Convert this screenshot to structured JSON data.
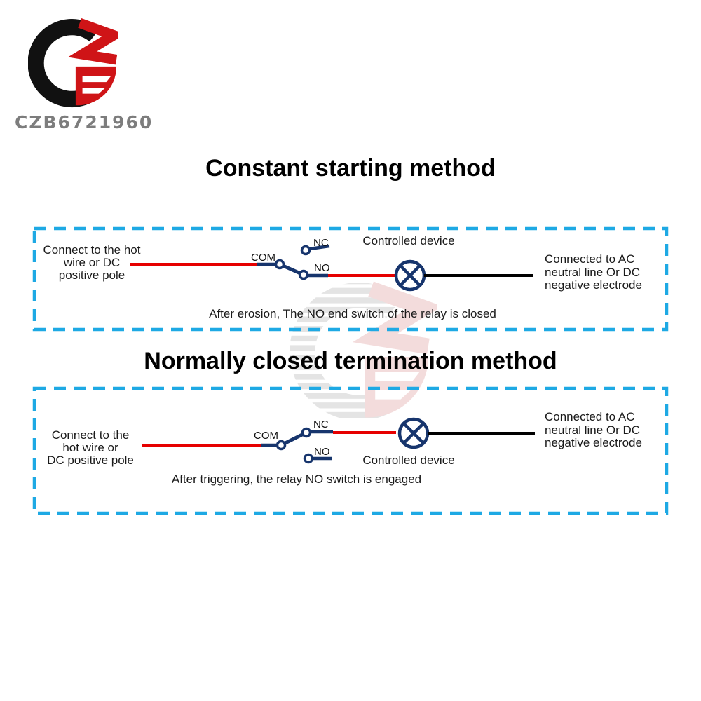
{
  "logo": {
    "text": "CZB6721960"
  },
  "colors": {
    "wire_navy": "#17356d",
    "wire_red": "#e60000",
    "wire_black": "#000000",
    "border_cyan": "#1ea9e4",
    "logo_red": "#cf1417",
    "logo_black": "#111111",
    "logo_gray": "#7d7d7d"
  },
  "sections": [
    {
      "title": "Constant starting method",
      "left_label_lines": [
        "Connect to the hot",
        "wire or DC",
        "positive pole"
      ],
      "com_label": "COM",
      "nc_label": "NC",
      "no_label": "NO",
      "device_label": "Controlled device",
      "right_label_lines": [
        "Connected to AC",
        "neutral line Or DC",
        "negative electrode"
      ],
      "caption_lines": [
        "After erosion, The NO end switch of the relay is closed"
      ]
    },
    {
      "title": "Normally closed termination method",
      "left_label_lines": [
        "Connect to the",
        "hot wire or",
        "DC positive pole"
      ],
      "com_label": "COM",
      "nc_label": "NC",
      "no_label": "NO",
      "device_label": "Controlled device",
      "right_label_lines": [
        "Connected to AC",
        "neutral line Or DC",
        "negative electrode"
      ],
      "caption_lines": [
        "After triggering, the relay",
        "NO switch is engaged"
      ]
    }
  ]
}
